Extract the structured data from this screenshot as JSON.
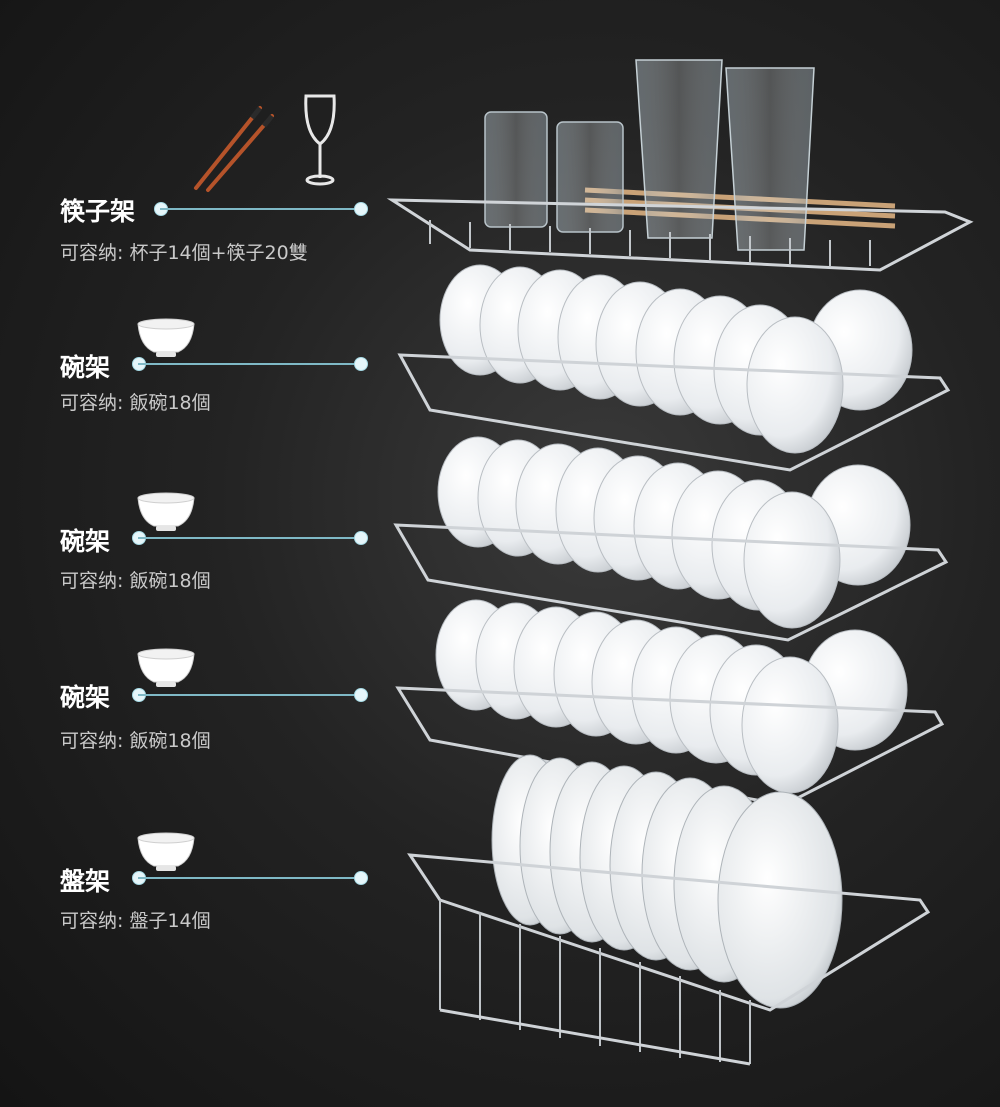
{
  "racks": [
    {
      "title": "筷子架",
      "capacity": "可容纳: 杯子14個+筷子20雙",
      "icons": [
        "chopsticks-icon",
        "wine-glass-icon"
      ]
    },
    {
      "title": "碗架",
      "capacity": "可容纳: 飯碗18個",
      "icons": [
        "bowl-icon"
      ]
    },
    {
      "title": "碗架",
      "capacity": "可容纳: 飯碗18個",
      "icons": [
        "bowl-icon"
      ]
    },
    {
      "title": "碗架",
      "capacity": "可容纳: 飯碗18個",
      "icons": [
        "bowl-icon"
      ]
    },
    {
      "title": "盤架",
      "capacity": "可容纳: 盤子14個",
      "icons": [
        "bowl-icon"
      ]
    }
  ],
  "colors": {
    "background": "#1c1c1c",
    "leader_line": "#7fb9c6",
    "title_text": "#ffffff",
    "caption_text": "#c9c9c9"
  }
}
